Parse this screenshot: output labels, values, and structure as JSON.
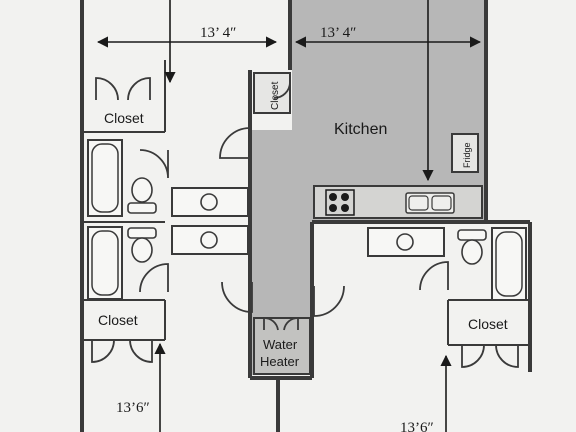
{
  "rooms": {
    "kitchen": "Kitchen",
    "closet_top_left": "Closet",
    "closet_vertical": "Closet",
    "fridge": "Fridge",
    "closet_mid_left": "Closet",
    "water_heater_line1": "Water",
    "water_heater_line2": "Heater",
    "closet_right": "Closet"
  },
  "dimensions": {
    "top_left": "13’ 4″",
    "top_right": "13’ 4″",
    "bottom_left": "13’6″",
    "bottom_right": "13’6″"
  },
  "colors": {
    "paper": "#f2f2f0",
    "shaded": "#b7b7b7",
    "wall": "#3a3a3a"
  }
}
